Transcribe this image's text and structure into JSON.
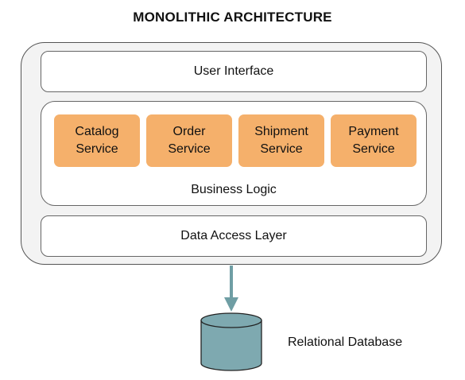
{
  "title": "MONOLITHIC ARCHITECTURE",
  "layers": {
    "user_interface": "User Interface",
    "business_logic": "Business Logic",
    "data_access": "Data Access Layer"
  },
  "services": [
    {
      "label": "Catalog\nService"
    },
    {
      "label": "Order\nService"
    },
    {
      "label": "Shipment\nService"
    },
    {
      "label": "Payment\nService"
    }
  ],
  "database": {
    "label": "Relational Database"
  },
  "colors": {
    "service_fill": "#f5b06b",
    "container_fill": "#f3f3f3",
    "database_fill": "#7ea9b0",
    "arrow": "#6f9ea4"
  }
}
